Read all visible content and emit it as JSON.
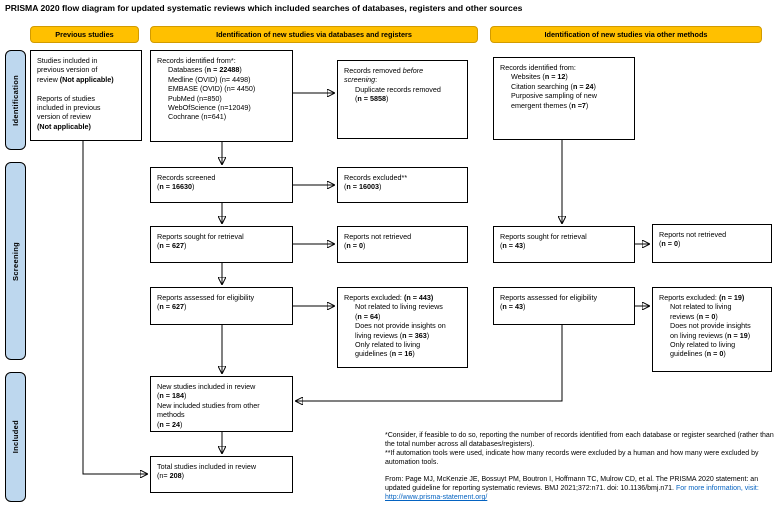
{
  "title": "PRISMA 2020 flow diagram for updated systematic reviews which included searches of databases, registers and other sources",
  "colors": {
    "header_bg": "#FFC000",
    "header_border": "#D29B00",
    "stage_bg": "#BDD7EE",
    "box_border": "#000000",
    "link": "#0563C1"
  },
  "headers": {
    "previous": "Previous studies",
    "databases": "Identification of new studies via databases and registers",
    "other": "Identification of new studies via other methods"
  },
  "stages": {
    "identification": "Identification",
    "screening": "Screening",
    "included": "Included"
  },
  "boxes": {
    "previous_studies": {
      "lines": [
        {
          "s": [
            {
              "t": "Studies included in"
            }
          ]
        },
        {
          "s": [
            {
              "t": "previous version of"
            }
          ]
        },
        {
          "s": [
            {
              "t": "review "
            },
            {
              "t": "(Not applicable)",
              "b": true
            }
          ]
        },
        {
          "s": []
        },
        {
          "s": [
            {
              "t": "Reports of studies"
            }
          ]
        },
        {
          "s": [
            {
              "t": "included in previous"
            }
          ]
        },
        {
          "s": [
            {
              "t": "version of review"
            }
          ]
        },
        {
          "s": [
            {
              "t": "(Not applicable)",
              "b": true
            }
          ]
        }
      ]
    },
    "records_identified": {
      "lines": [
        {
          "s": [
            {
              "t": "Records identified from*:"
            }
          ]
        },
        {
          "ind": 1,
          "s": [
            {
              "t": "Databases ("
            },
            {
              "t": "n = 22488",
              "b": true
            },
            {
              "t": ")"
            }
          ]
        },
        {
          "ind": 1,
          "s": [
            {
              "t": "Medline (OVID) (n= 4498)"
            }
          ]
        },
        {
          "ind": 1,
          "s": [
            {
              "t": "EMBASE (OVID) (n= 4450)"
            }
          ]
        },
        {
          "ind": 1,
          "s": [
            {
              "t": "PubMed (n=850)"
            }
          ]
        },
        {
          "ind": 1,
          "s": [
            {
              "t": "WebOfScience (n=12049)"
            }
          ]
        },
        {
          "ind": 1,
          "s": [
            {
              "t": "Cochrane (n=641)"
            }
          ]
        }
      ]
    },
    "records_removed": {
      "lines": [
        {
          "s": [
            {
              "t": "Records removed "
            },
            {
              "t": "before",
              "i": true
            }
          ]
        },
        {
          "s": [
            {
              "t": "screening",
              "i": true
            },
            {
              "t": ":"
            }
          ]
        },
        {
          "ind": 1,
          "s": [
            {
              "t": "Duplicate records removed"
            }
          ]
        },
        {
          "ind": 1,
          "s": [
            {
              "t": "("
            },
            {
              "t": "n = 5858",
              "b": true
            },
            {
              "t": ")"
            }
          ]
        }
      ]
    },
    "records_identified_other": {
      "lines": [
        {
          "s": [
            {
              "t": "Records identified from:"
            }
          ]
        },
        {
          "ind": 1,
          "s": [
            {
              "t": "Websites ("
            },
            {
              "t": "n = 12",
              "b": true
            },
            {
              "t": ")"
            }
          ]
        },
        {
          "ind": 1,
          "s": [
            {
              "t": "Citation searching ("
            },
            {
              "t": "n = 24",
              "b": true
            },
            {
              "t": ")"
            }
          ]
        },
        {
          "ind": 1,
          "s": [
            {
              "t": "Purposive sampling of new"
            }
          ]
        },
        {
          "ind": 1,
          "s": [
            {
              "t": "emergent themes ("
            },
            {
              "t": "n =7",
              "b": true
            },
            {
              "t": ")"
            }
          ]
        }
      ]
    },
    "records_screened": {
      "lines": [
        {
          "s": [
            {
              "t": "Records screened"
            }
          ]
        },
        {
          "s": [
            {
              "t": "("
            },
            {
              "t": "n = 16630",
              "b": true
            },
            {
              "t": ")"
            }
          ]
        }
      ]
    },
    "records_excluded": {
      "lines": [
        {
          "s": [
            {
              "t": "Records excluded**"
            }
          ]
        },
        {
          "s": [
            {
              "t": "("
            },
            {
              "t": "n = 16003",
              "b": true
            },
            {
              "t": ")"
            }
          ]
        }
      ]
    },
    "reports_sought": {
      "lines": [
        {
          "s": [
            {
              "t": "Reports sought for retrieval"
            }
          ]
        },
        {
          "s": [
            {
              "t": "("
            },
            {
              "t": "n = 627",
              "b": true
            },
            {
              "t": ")"
            }
          ]
        }
      ]
    },
    "reports_not_retrieved": {
      "lines": [
        {
          "s": [
            {
              "t": "Reports not retrieved"
            }
          ]
        },
        {
          "s": [
            {
              "t": "("
            },
            {
              "t": "n = 0",
              "b": true
            },
            {
              "t": ")"
            }
          ]
        }
      ]
    },
    "reports_sought_other": {
      "lines": [
        {
          "s": [
            {
              "t": "Reports sought for retrieval"
            }
          ]
        },
        {
          "s": [
            {
              "t": "("
            },
            {
              "t": "n = 43",
              "b": true
            },
            {
              "t": ")"
            }
          ]
        }
      ]
    },
    "reports_not_retrieved_other": {
      "lines": [
        {
          "s": [
            {
              "t": "Reports not retrieved"
            }
          ]
        },
        {
          "s": [
            {
              "t": "("
            },
            {
              "t": "n = 0",
              "b": true
            },
            {
              "t": ")"
            }
          ]
        }
      ]
    },
    "reports_assessed": {
      "lines": [
        {
          "s": [
            {
              "t": "Reports assessed for eligibility"
            }
          ]
        },
        {
          "s": [
            {
              "t": "("
            },
            {
              "t": "n = 627",
              "b": true
            },
            {
              "t": ")"
            }
          ]
        }
      ]
    },
    "reports_excluded": {
      "lines": [
        {
          "s": [
            {
              "t": "Reports excluded: "
            },
            {
              "t": "(n = 443)",
              "b": true
            }
          ]
        },
        {
          "ind": 1,
          "s": [
            {
              "t": "Not related to living reviews"
            }
          ]
        },
        {
          "ind": 1,
          "s": [
            {
              "t": "("
            },
            {
              "t": "n = 64",
              "b": true
            },
            {
              "t": ")"
            }
          ]
        },
        {
          "ind": 1,
          "s": [
            {
              "t": "Does not provide insights on"
            }
          ]
        },
        {
          "ind": 1,
          "s": [
            {
              "t": "living reviews ("
            },
            {
              "t": "n = 363",
              "b": true
            },
            {
              "t": ")"
            }
          ]
        },
        {
          "ind": 1,
          "s": [
            {
              "t": "Only related to living"
            }
          ]
        },
        {
          "ind": 1,
          "s": [
            {
              "t": "guidelines ("
            },
            {
              "t": "n = 16",
              "b": true
            },
            {
              "t": ")"
            }
          ]
        }
      ]
    },
    "reports_assessed_other": {
      "lines": [
        {
          "s": [
            {
              "t": "Reports assessed for eligibility"
            }
          ]
        },
        {
          "s": [
            {
              "t": "("
            },
            {
              "t": "n = 43",
              "b": true
            },
            {
              "t": ")"
            }
          ]
        }
      ]
    },
    "reports_excluded_other": {
      "lines": [
        {
          "s": [
            {
              "t": "Reports excluded: "
            },
            {
              "t": "(n = 19)",
              "b": true
            }
          ]
        },
        {
          "ind": 1,
          "s": [
            {
              "t": "Not related to living"
            }
          ]
        },
        {
          "ind": 1,
          "s": [
            {
              "t": "reviews ("
            },
            {
              "t": "n = 0",
              "b": true
            },
            {
              "t": ")"
            }
          ]
        },
        {
          "ind": 1,
          "s": [
            {
              "t": "Does not provide insights"
            }
          ]
        },
        {
          "ind": 1,
          "s": [
            {
              "t": "on living reviews ("
            },
            {
              "t": "n = 19",
              "b": true
            },
            {
              "t": ")"
            }
          ]
        },
        {
          "ind": 1,
          "s": [
            {
              "t": "Only related to living"
            }
          ]
        },
        {
          "ind": 1,
          "s": [
            {
              "t": "guidelines ("
            },
            {
              "t": "n = 0",
              "b": true
            },
            {
              "t": ")"
            }
          ]
        }
      ]
    },
    "new_studies": {
      "lines": [
        {
          "s": [
            {
              "t": "New studies included in review"
            }
          ]
        },
        {
          "s": [
            {
              "t": "("
            },
            {
              "t": "n = 184",
              "b": true
            },
            {
              "t": ")"
            }
          ]
        },
        {
          "s": [
            {
              "t": "New included studies from other"
            }
          ]
        },
        {
          "s": [
            {
              "t": "methods"
            }
          ]
        },
        {
          "s": [
            {
              "t": "("
            },
            {
              "t": "n = 24",
              "b": true
            },
            {
              "t": ")"
            }
          ]
        }
      ]
    },
    "total_studies": {
      "lines": [
        {
          "s": [
            {
              "t": "Total studies included in review"
            }
          ]
        },
        {
          "s": [
            {
              "t": "(n= "
            },
            {
              "t": "208",
              "b": true
            },
            {
              "t": ")"
            }
          ]
        }
      ]
    }
  },
  "footnotes": {
    "asterisk1": "*Consider, if feasible to do so, reporting the number of records identified from each database or register searched (rather than the total number across all databases/registers).",
    "asterisk2": "**If automation tools were used, indicate how many records were excluded by a human and how many were excluded by automation tools.",
    "citation": "From:  Page MJ, McKenzie JE, Bossuyt PM, Boutron I, Hoffmann TC, Mulrow CD, et al. The PRISMA 2020 statement: an updated guideline for reporting systematic reviews. BMJ 2021;372:n71. doi: 10.1136/bmj.n71. ",
    "more_info": "For more information, visit: ",
    "link_text": "http://www.prisma-statement.org/",
    "link_href": "http://www.prisma-statement.org/"
  }
}
